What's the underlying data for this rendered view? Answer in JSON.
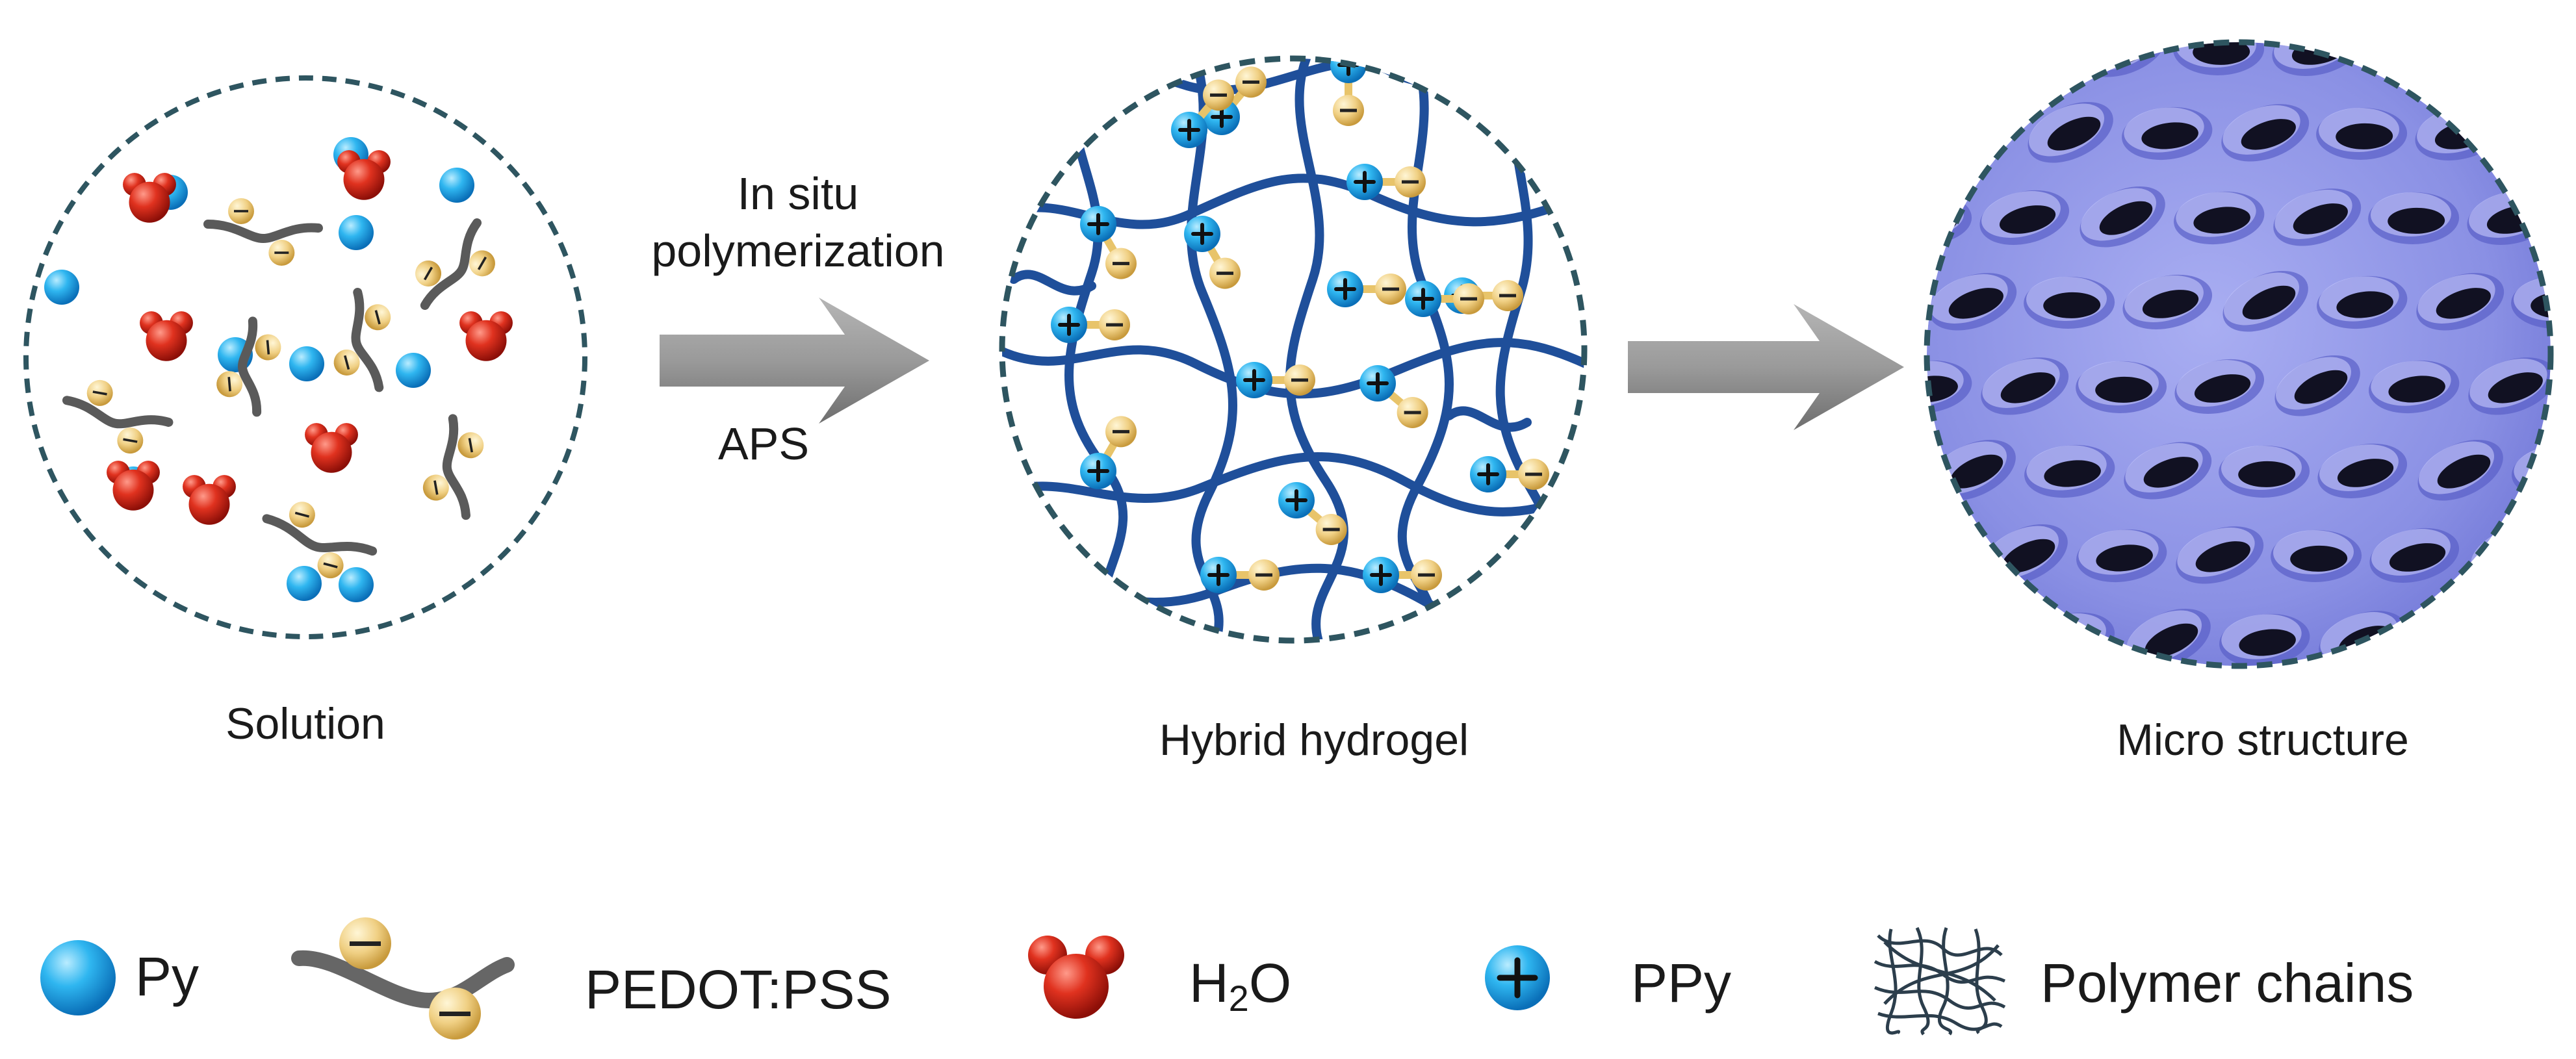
{
  "panels": {
    "solution": {
      "caption": "Solution"
    },
    "hydrogel": {
      "caption": "Hybrid hydrogel"
    },
    "micro": {
      "caption": "Micro structure"
    }
  },
  "arrows": {
    "step1": {
      "label_top_1": "In situ",
      "label_top_2": "polymerization",
      "label_bottom": "APS"
    }
  },
  "legend": {
    "items": [
      {
        "icon": "py-sphere-icon",
        "label": "Py"
      },
      {
        "icon": "pedot-pss-chain-icon",
        "label": "PEDOT:PSS"
      },
      {
        "icon": "water-molecule-icon",
        "label_main": "H",
        "label_sub": "2",
        "label_tail": "O"
      },
      {
        "icon": "ppy-cation-icon",
        "label": "PPy"
      },
      {
        "icon": "polymer-network-icon",
        "label": "Polymer chains"
      }
    ]
  },
  "colors": {
    "py_blue": "#1ea7e6",
    "water_red": "#d8281f",
    "pedot_gray": "#555555",
    "pss_gold": "#efcf7c",
    "network_blue": "#1f4f9a",
    "micro_lilac": "#8c92e6",
    "circle_border": "#2e5560",
    "arrow_gray": "#8c8c8c"
  }
}
